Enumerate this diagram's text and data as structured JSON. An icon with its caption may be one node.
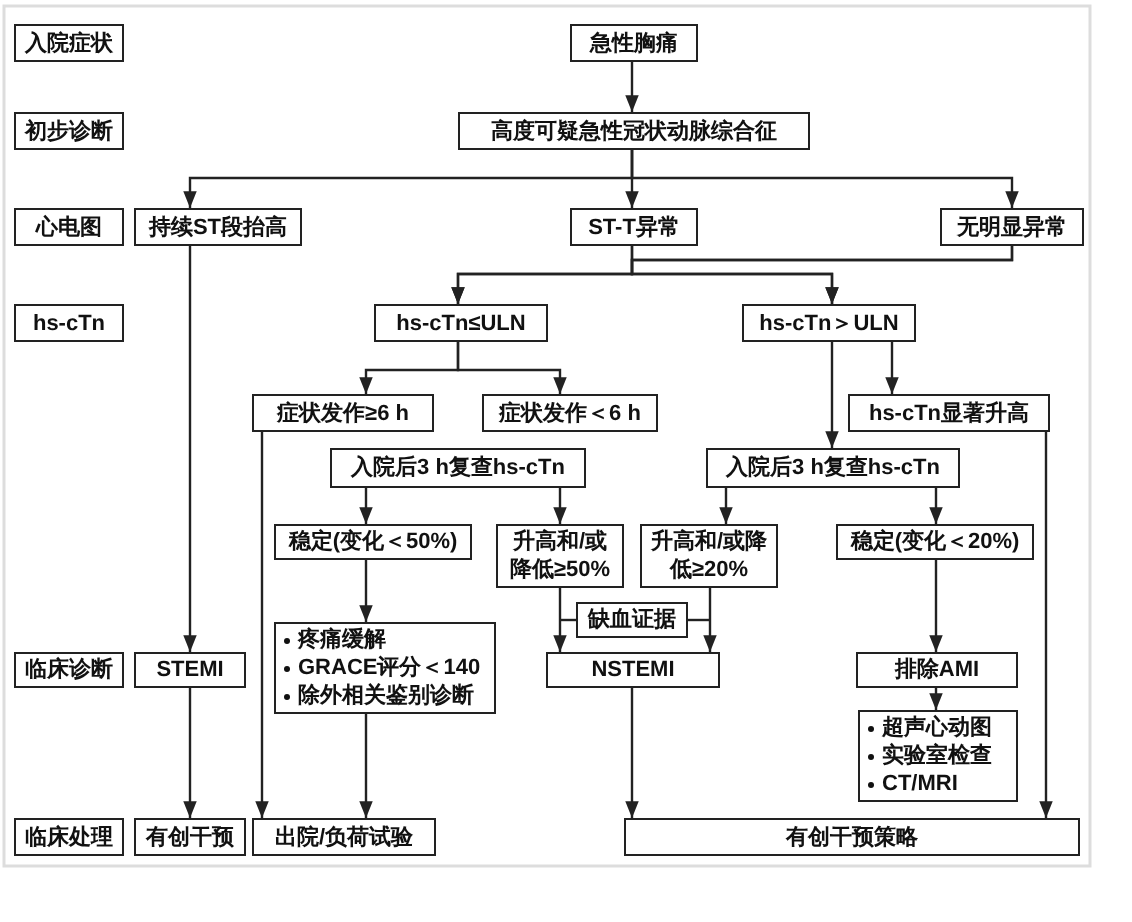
{
  "diagram": {
    "nodes": [
      {
        "text": [
          "入院症状"
        ]
      },
      {
        "text": [
          "初步诊断"
        ]
      },
      {
        "text": [
          "心电图"
        ]
      },
      {
        "text": [
          "hs-cTn"
        ]
      },
      {
        "text": [
          "临床诊断"
        ]
      },
      {
        "text": [
          "临床处理"
        ]
      },
      {
        "text": [
          "急性胸痛"
        ]
      },
      {
        "text": [
          "高度可疑急性冠状动脉综合征"
        ]
      },
      {
        "text": [
          "持续ST段抬高"
        ]
      },
      {
        "text": [
          "ST-T异常"
        ]
      },
      {
        "text": [
          "无明显异常"
        ]
      },
      {
        "text": [
          "hs-cTn≤ULN"
        ]
      },
      {
        "text": [
          "hs-cTn＞ULN"
        ]
      },
      {
        "text": [
          "症状发作≥6 h"
        ]
      },
      {
        "text": [
          "症状发作＜6 h"
        ]
      },
      {
        "text": [
          "hs-cTn显著升高"
        ]
      },
      {
        "text": [
          "入院后3 h复查hs-cTn"
        ]
      },
      {
        "text": [
          "入院后3 h复查hs-cTn"
        ]
      },
      {
        "text": [
          "稳定(变化＜50%)"
        ]
      },
      {
        "text": [
          "升高和/或降低≥50%"
        ]
      },
      {
        "text": [
          "升高和/或降低≥20%"
        ]
      },
      {
        "text": [
          "稳定(变化＜20%)"
        ]
      },
      {
        "text": [
          "缺血证据"
        ]
      },
      {
        "text": [
          "疼痛缓解",
          "GRACE评分＜140",
          "除外相关鉴别诊断"
        ]
      },
      {
        "text": [
          "STEMI"
        ]
      },
      {
        "text": [
          "NSTEMI"
        ]
      },
      {
        "text": [
          "排除AMI"
        ]
      },
      {
        "text": [
          "超声心动图",
          "实验室检查",
          "CT/MRI"
        ]
      },
      {
        "text": [
          "有创干预"
        ]
      },
      {
        "text": [
          "出院/负荷试验"
        ]
      },
      {
        "text": [
          "有创干预策略"
        ]
      }
    ],
    "edges": [
      {
        "from": 6,
        "to": 7,
        "arrow": "to"
      },
      {
        "from": 7,
        "to": 8,
        "arrow": "to"
      },
      {
        "from": 7,
        "to": 9,
        "arrow": "to"
      },
      {
        "from": 7,
        "to": 10,
        "arrow": "to"
      },
      {
        "from": 9,
        "to": 11,
        "arrow": "to"
      },
      {
        "from": 9,
        "to": 12,
        "arrow": "to"
      },
      {
        "from": 10,
        "to": 11,
        "arrow": "to"
      },
      {
        "from": 10,
        "to": 12,
        "arrow": "to"
      },
      {
        "from": 8,
        "to": 24,
        "arrow": "to"
      },
      {
        "from": 11,
        "to": 13,
        "arrow": "to"
      },
      {
        "from": 11,
        "to": 14,
        "arrow": "to"
      },
      {
        "from": 12,
        "to": 17,
        "arrow": "to"
      },
      {
        "from": 12,
        "to": 15,
        "arrow": "to"
      },
      {
        "from": 13,
        "to": 29,
        "arrow": "to"
      },
      {
        "from": 16,
        "to": 18,
        "arrow": "to"
      },
      {
        "from": 16,
        "to": 19,
        "arrow": "to"
      },
      {
        "from": 17,
        "to": 20,
        "arrow": "to"
      },
      {
        "from": 17,
        "to": 21,
        "arrow": "to"
      },
      {
        "from": 18,
        "to": 23,
        "arrow": "to"
      },
      {
        "from": 19,
        "to": 25,
        "arrow": "to"
      },
      {
        "from": 20,
        "to": 25,
        "arrow": "to"
      },
      {
        "from": 22,
        "to": null,
        "arrow": "none"
      },
      {
        "from": 22,
        "to": null,
        "arrow": "none"
      },
      {
        "from": 21,
        "to": 26,
        "arrow": "to"
      },
      {
        "from": 26,
        "to": 27,
        "arrow": "to"
      },
      {
        "from": 15,
        "to": 30,
        "arrow": "to"
      },
      {
        "from": 23,
        "to": 29,
        "arrow": "to"
      },
      {
        "from": 24,
        "to": 28,
        "arrow": "to"
      },
      {
        "from": 25,
        "to": 30,
        "arrow": "to"
      }
    ]
  }
}
